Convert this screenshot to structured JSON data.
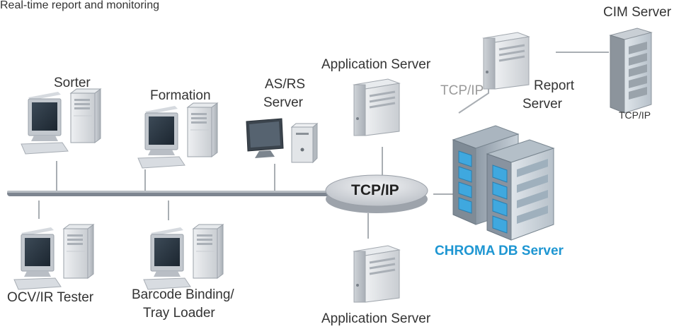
{
  "header": {
    "subtitle": "Real-time report and monitoring"
  },
  "nodes": {
    "sorter": "Sorter",
    "formation": "Formation",
    "asrs_server": [
      "AS/RS",
      "Server"
    ],
    "app_server_top": "Application Server",
    "report_server": [
      "Report",
      "Server"
    ],
    "cim_server": "CIM Server",
    "cim_tcpip": "TCP/IP",
    "report_link_tcpip": "TCP/IP",
    "hub": "TCP/IP",
    "db_server": "CHROMA DB Server",
    "ocv_tester": "OCV/IR Tester",
    "barcode": [
      "Barcode Binding/",
      "Tray Loader"
    ],
    "app_server_bottom": "Application Server"
  },
  "colors": {
    "line": "#a9aeb3",
    "bus": "#7d8590",
    "db_accent": "#1e96d2",
    "rack_led": "#3fa8df"
  }
}
